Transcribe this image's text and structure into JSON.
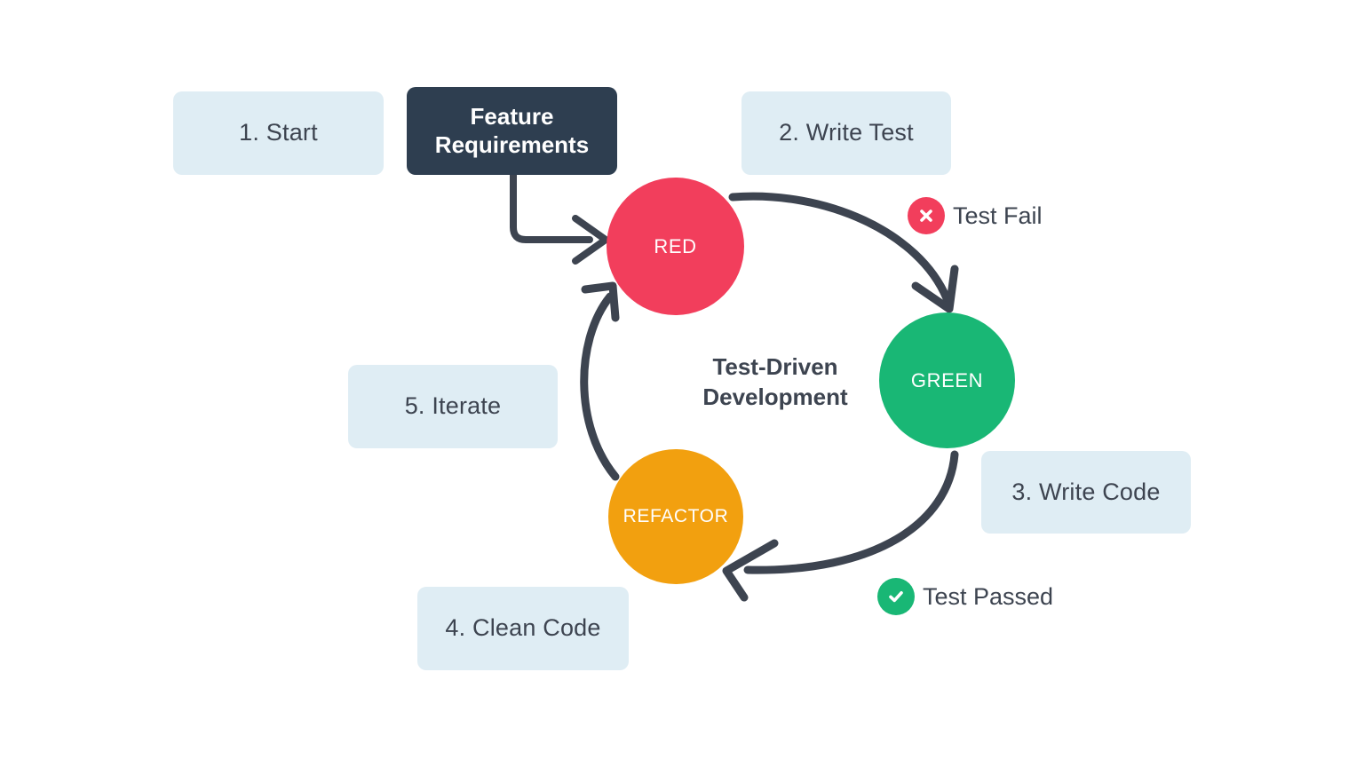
{
  "diagram": {
    "center_title": "Test-Driven\nDevelopment",
    "colors": {
      "red": "#f23e5c",
      "green": "#19b775",
      "orange": "#f2a00f",
      "navy": "#2e3e50",
      "light_blue": "#dfedf4",
      "arrow": "#3d4450",
      "text_dark": "#3d4450",
      "background": "#ffffff"
    }
  },
  "feature_box": {
    "label": "Feature\nRequirements"
  },
  "steps": [
    {
      "label": "1. Start"
    },
    {
      "label": "2. Write Test"
    },
    {
      "label": "3. Write Code"
    },
    {
      "label": "4. Clean Code"
    },
    {
      "label": "5. Iterate"
    }
  ],
  "phases": [
    {
      "label": "RED",
      "color": "#f23e5c"
    },
    {
      "label": "GREEN",
      "color": "#19b775"
    },
    {
      "label": "REFACTOR",
      "color": "#f2a00f"
    }
  ],
  "status_badges": [
    {
      "label": "Test Fail",
      "icon": "x-circle-icon",
      "color": "#f23e5c"
    },
    {
      "label": "Test Passed",
      "icon": "check-circle-icon",
      "color": "#19b775"
    }
  ]
}
